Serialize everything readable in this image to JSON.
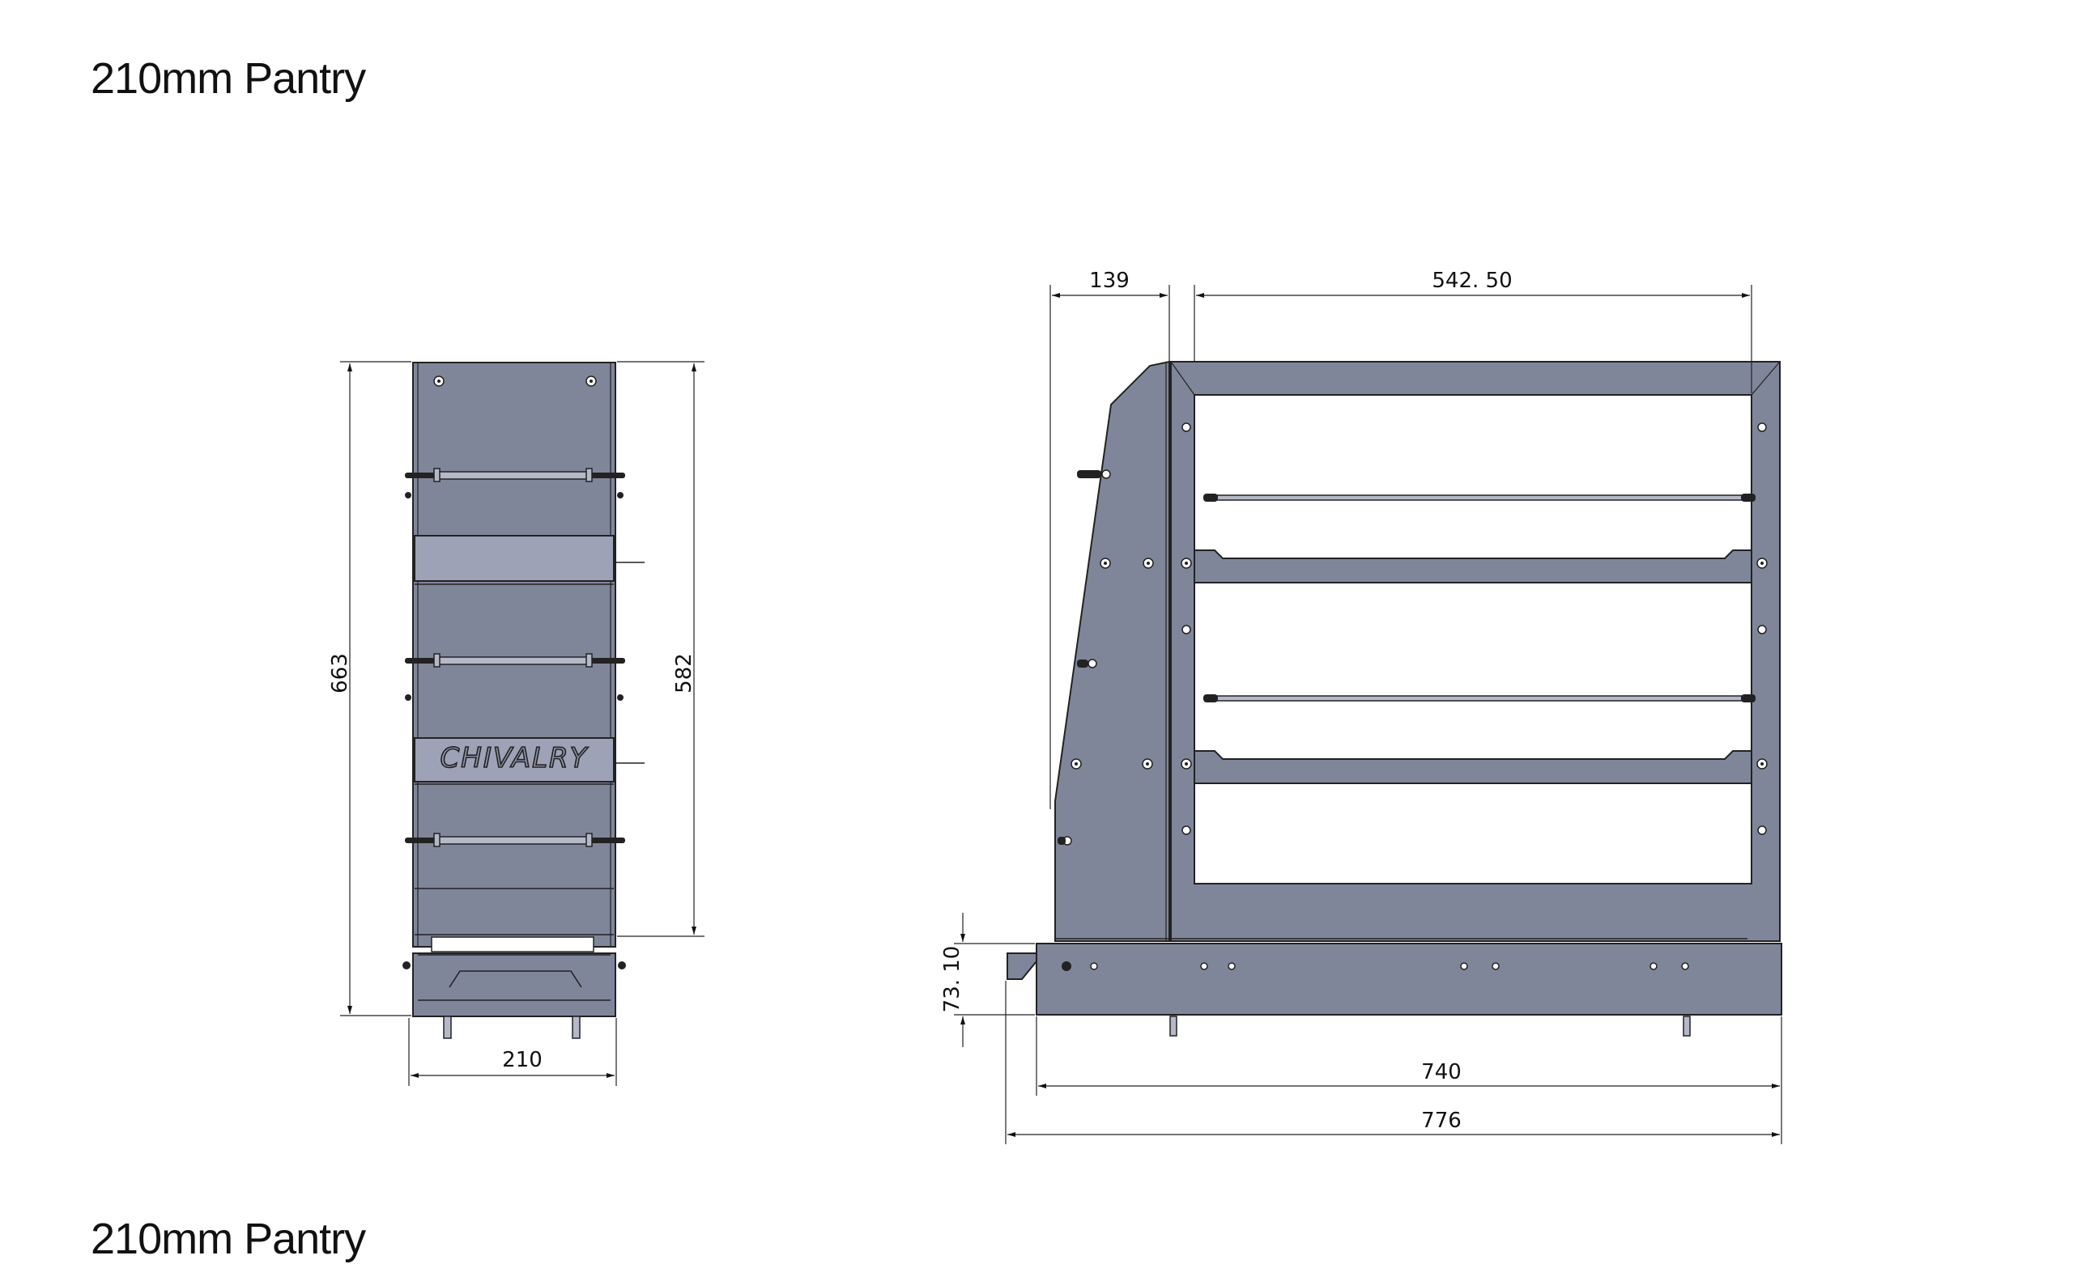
{
  "page": {
    "title": "210mm Pantry",
    "next_title_partial": "210mm Pantry"
  },
  "front_view": {
    "brand_label": "CHIVALRY",
    "dimensions": {
      "overall_height": "663",
      "body_height": "582",
      "width": "210"
    }
  },
  "side_view": {
    "dimensions": {
      "front_panel_depth": "139",
      "frame_depth": "542. 50",
      "base_height": "73. 10",
      "base_length": "740",
      "overall_length": "776"
    }
  },
  "colors": {
    "panel": "#80869a",
    "band": "#9ea2b7",
    "line": "#222222"
  }
}
